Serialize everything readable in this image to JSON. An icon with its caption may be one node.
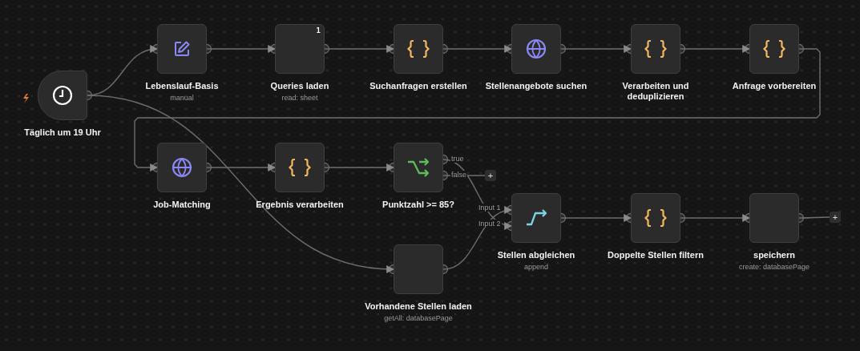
{
  "diagram": {
    "nodes": [
      {
        "text": [
          "Täglich um 19 Uhr"
        ]
      },
      {
        "text": [
          "Lebenslauf-Basis",
          "manual"
        ]
      },
      {
        "text": [
          "1",
          "Queries laden",
          "read: sheet"
        ]
      },
      {
        "text": [
          "Suchanfragen erstellen"
        ]
      },
      {
        "text": [
          "Stellenangebote suchen"
        ]
      },
      {
        "text": [
          "Verarbeiten und deduplizieren"
        ]
      },
      {
        "text": [
          "Anfrage vorbereiten"
        ]
      },
      {
        "text": [
          "Job-Matching"
        ]
      },
      {
        "text": [
          "Ergebnis verarbeiten"
        ]
      },
      {
        "text": [
          "Punktzahl >= 85?"
        ],
        "beside": [
          "true",
          "false"
        ]
      },
      {
        "text": [
          "+"
        ]
      },
      {
        "text": [
          "Vorhandene Stellen laden",
          "getAll: databasePage"
        ]
      },
      {
        "text": [
          "Stellen abgleichen",
          "append"
        ],
        "beside": [
          "Input 1",
          "Input 2"
        ]
      },
      {
        "text": [
          "Doppelte Stellen filtern"
        ]
      },
      {
        "text": [
          "speichern",
          "create: databasePage"
        ]
      },
      {
        "text": [
          "+"
        ]
      }
    ],
    "edges": [
      {
        "from": 0,
        "to": 1,
        "arrow": "to"
      },
      {
        "from": 1,
        "to": 2,
        "arrow": "to"
      },
      {
        "from": 2,
        "to": 3,
        "arrow": "to"
      },
      {
        "from": 3,
        "to": 4,
        "arrow": "to"
      },
      {
        "from": 4,
        "to": 5,
        "arrow": "to"
      },
      {
        "from": 5,
        "to": 6,
        "arrow": "to"
      },
      {
        "from": 6,
        "to": 7,
        "arrow": "to"
      },
      {
        "from": 7,
        "to": 8,
        "arrow": "to"
      },
      {
        "from": 8,
        "to": 9,
        "arrow": "to"
      },
      {
        "from": 9,
        "to": 12,
        "arrow": "to"
      },
      {
        "from": 9,
        "to": 10,
        "arrow": "none"
      },
      {
        "from": 0,
        "to": 11,
        "arrow": "to"
      },
      {
        "from": 11,
        "to": 12,
        "arrow": "to"
      },
      {
        "from": 12,
        "to": 13,
        "arrow": "to"
      },
      {
        "from": 13,
        "to": 14,
        "arrow": "to"
      },
      {
        "from": 14,
        "to": 15,
        "arrow": "none"
      }
    ]
  }
}
